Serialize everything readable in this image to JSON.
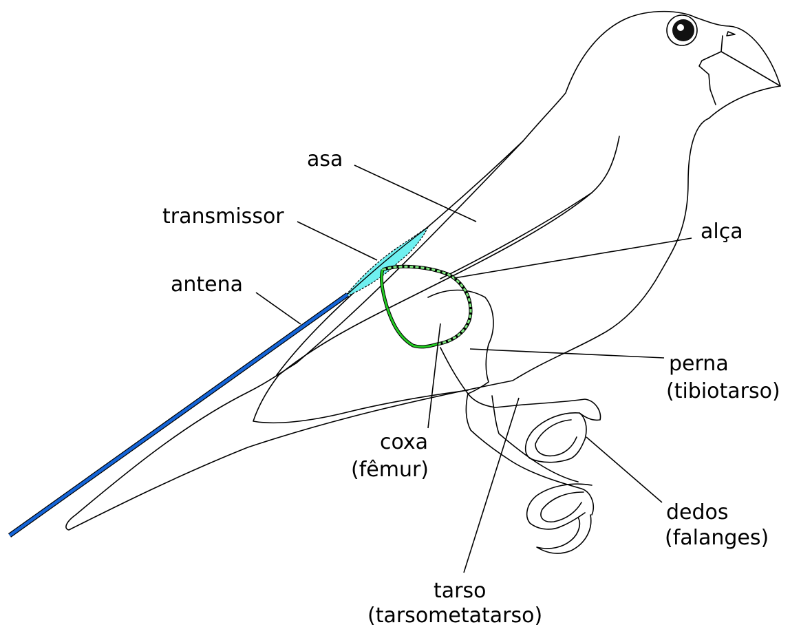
{
  "labels": {
    "asa": "asa",
    "transmissor": "transmissor",
    "antena": "antena",
    "alca": "alça",
    "perna_line1": "perna",
    "perna_line2": "(tibiotarso)",
    "coxa_line1": "coxa",
    "coxa_line2": "(fêmur)",
    "dedos_line1": "dedos",
    "dedos_line2": "(falanges)",
    "tarso_line1": "tarso",
    "tarso_line2": "(tarsometatarso)"
  },
  "colors": {
    "antenna": "#1565d8",
    "transmitter": "#6ff0f0",
    "harness": "#22cc22",
    "harness_dashed": "#7ee87e",
    "outline": "#000000",
    "background": "#ffffff"
  }
}
